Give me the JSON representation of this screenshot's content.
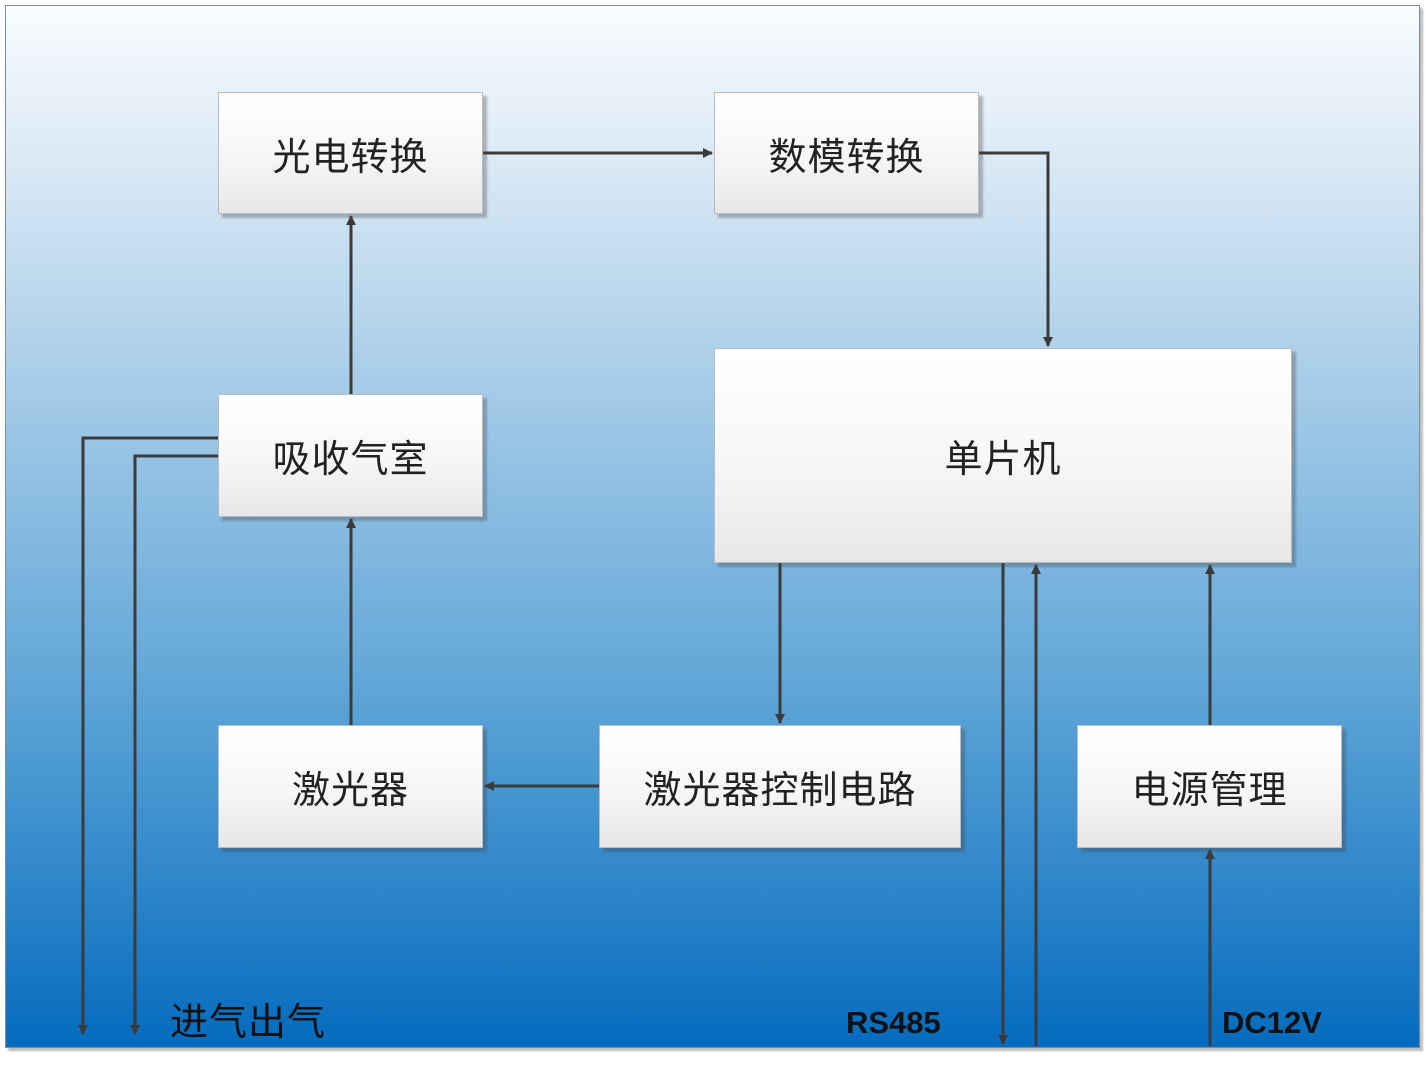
{
  "diagram": {
    "blocks": {
      "photoelectric": "光电转换",
      "adc": "数模转换",
      "mcu": "单片机",
      "gas_cell": "吸收气室",
      "laser": "激光器",
      "laser_driver": "激光器控制电路",
      "power": "电源管理"
    },
    "labels": {
      "gas_io": "进气出气",
      "rs485": "RS485",
      "power_in": "DC12V"
    },
    "connections": [
      {
        "from": "laser",
        "to": "gas_cell"
      },
      {
        "from": "gas_cell",
        "to": "photoelectric"
      },
      {
        "from": "photoelectric",
        "to": "adc"
      },
      {
        "from": "adc",
        "to": "mcu"
      },
      {
        "from": "mcu",
        "to": "laser_driver"
      },
      {
        "from": "laser_driver",
        "to": "laser"
      },
      {
        "from": "power",
        "to": "mcu"
      },
      {
        "from": "power_in",
        "to": "power"
      },
      {
        "from": "mcu",
        "to": "rs485"
      },
      {
        "from": "rs485",
        "to": "mcu"
      },
      {
        "from": "gas_cell",
        "to": "gas_io"
      }
    ],
    "colors": {
      "line": "#3b3b3b",
      "background_top": "#fafcfe",
      "background_bottom": "#056bbd",
      "box_fill": "#f3f4f5"
    }
  }
}
